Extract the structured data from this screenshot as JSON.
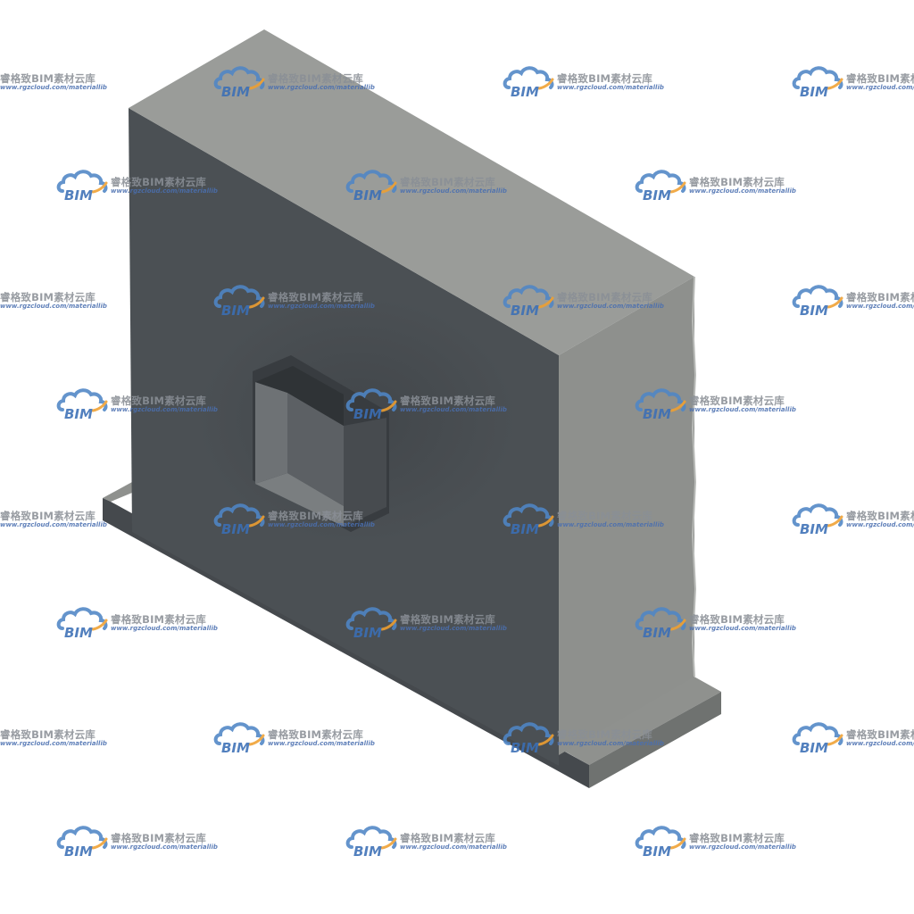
{
  "watermark": {
    "logo_text": "BIM",
    "title": "睿格致BIM素材云库",
    "url": "www.rgzcloud.com/materiallib",
    "cloud_color": "#4f86c6",
    "accent_color": "#f0a030",
    "logo_text_color": "#3b6fb6"
  },
  "model": {
    "colors": {
      "front_face": "#4b5054",
      "top_face": "#9a9c99",
      "side_face": "#8e908d",
      "base_top": "#8d8f8c",
      "opening_inner": "#3b3f43",
      "opening_light": "#6d7174"
    }
  }
}
